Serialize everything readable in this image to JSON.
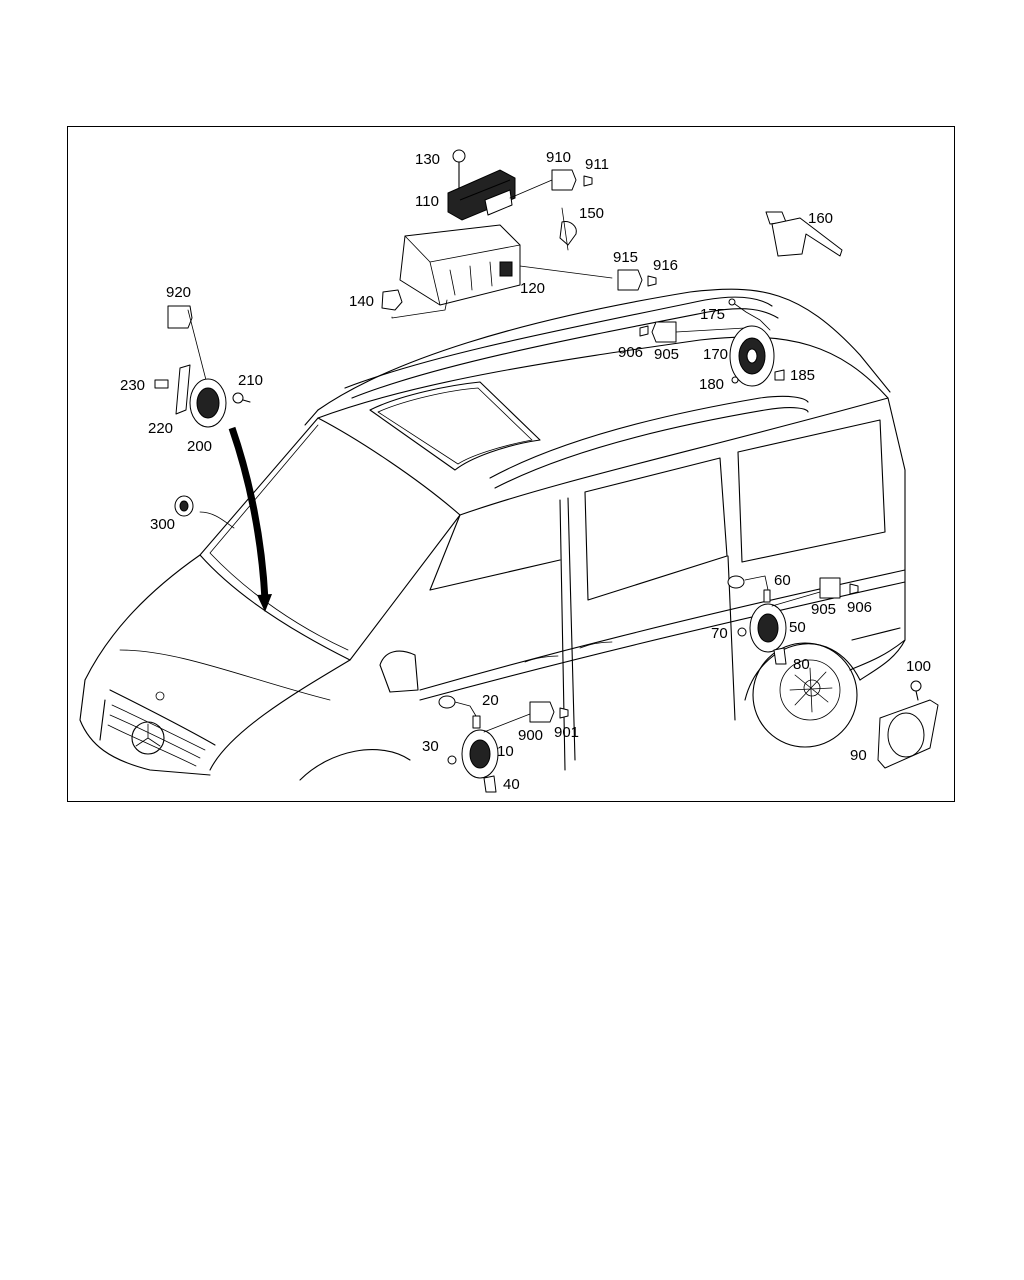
{
  "diagram": {
    "callouts": [
      {
        "id": "c130",
        "text": "130"
      },
      {
        "id": "c910",
        "text": "910"
      },
      {
        "id": "c911",
        "text": "911"
      },
      {
        "id": "c110",
        "text": "110"
      },
      {
        "id": "c150",
        "text": "150"
      },
      {
        "id": "c160",
        "text": "160"
      },
      {
        "id": "c915",
        "text": "915"
      },
      {
        "id": "c916",
        "text": "916"
      },
      {
        "id": "c140",
        "text": "140"
      },
      {
        "id": "c120",
        "text": "120"
      },
      {
        "id": "c175",
        "text": "175"
      },
      {
        "id": "c906a",
        "text": "906"
      },
      {
        "id": "c905a",
        "text": "905"
      },
      {
        "id": "c170",
        "text": "170"
      },
      {
        "id": "c180",
        "text": "180"
      },
      {
        "id": "c185",
        "text": "185"
      },
      {
        "id": "c920",
        "text": "920"
      },
      {
        "id": "c230",
        "text": "230"
      },
      {
        "id": "c210",
        "text": "210"
      },
      {
        "id": "c220",
        "text": "220"
      },
      {
        "id": "c200",
        "text": "200"
      },
      {
        "id": "c300",
        "text": "300"
      },
      {
        "id": "c60",
        "text": "60"
      },
      {
        "id": "c905b",
        "text": "905"
      },
      {
        "id": "c906b",
        "text": "906"
      },
      {
        "id": "c70",
        "text": "70"
      },
      {
        "id": "c50",
        "text": "50"
      },
      {
        "id": "c80",
        "text": "80"
      },
      {
        "id": "c100",
        "text": "100"
      },
      {
        "id": "c20",
        "text": "20"
      },
      {
        "id": "c900",
        "text": "900"
      },
      {
        "id": "c901",
        "text": "901"
      },
      {
        "id": "c30",
        "text": "30"
      },
      {
        "id": "c10",
        "text": "10"
      },
      {
        "id": "c40",
        "text": "40"
      },
      {
        "id": "c90",
        "text": "90"
      }
    ]
  }
}
